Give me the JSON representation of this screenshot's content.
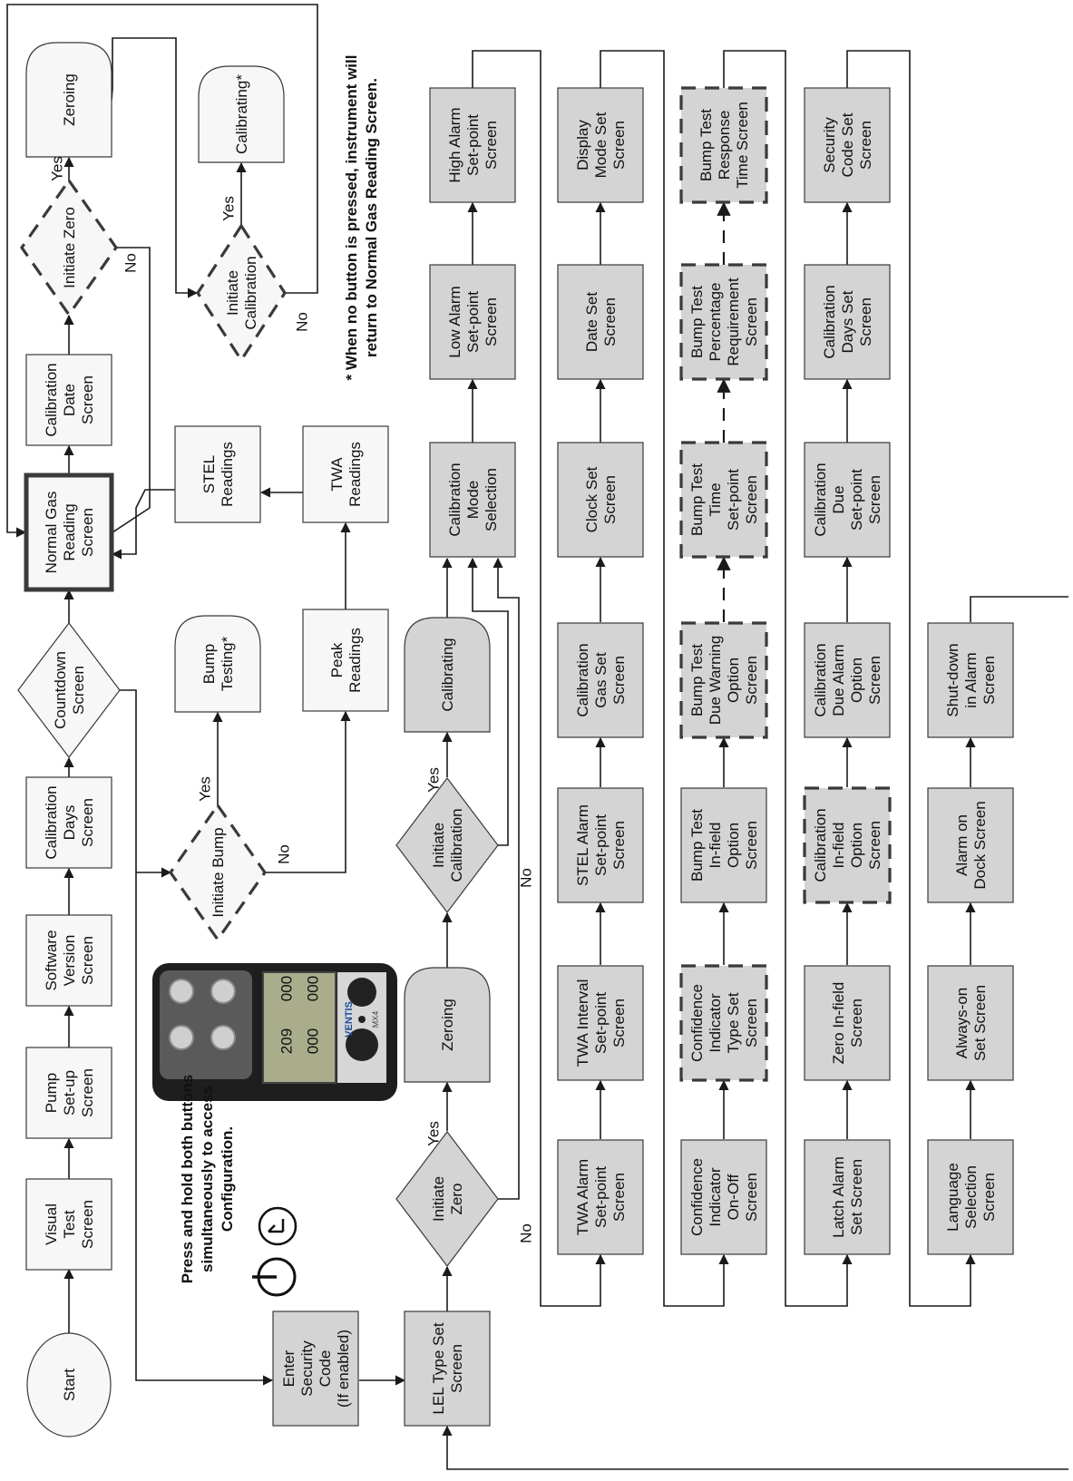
{
  "nodes": {
    "start": "Start",
    "visual_test": "Visual|Test|Screen",
    "pump_setup": "Pump|Set-up|Screen",
    "software_version": "Software|Version|Screen",
    "cal_days": "Calibration|Days|Screen",
    "countdown": "Countdown|Screen",
    "normal_gas": "Normal Gas|Reading|Screen",
    "cal_date": "Calibration|Date|Screen",
    "initiate_zero_top": "Initiate Zero",
    "zeroing_top": "Zeroing",
    "initiate_cal_top": "Initiate|Calibration",
    "calibrating_top": "Calibrating*",
    "stel_readings": "STEL|Readings",
    "twa_readings": "TWA|Readings",
    "peak_readings": "Peak|Readings",
    "bump_testing": "Bump|Testing*",
    "initiate_bump": "Initiate Bump",
    "enter_security": "Enter|Security|Code|(If enabled)",
    "lel_type": "LEL Type Set|Screen",
    "initiate_zero_cfg": "Initiate|Zero",
    "zeroing_cfg": "Zeroing",
    "initiate_cal_cfg": "Initiate|Calibration",
    "calibrating_cfg": "Calibrating",
    "cal_mode": "Calibration|Mode|Selection",
    "low_alarm": "Low Alarm|Set-point|Screen",
    "high_alarm": "High Alarm|Set-point|Screen",
    "twa_alarm": "TWA Alarm|Set-point|Screen",
    "twa_interval": "TWA Interval|Set-point|Screen",
    "stel_alarm": "STEL Alarm|Set-point|Screen",
    "cal_gas": "Calibration|Gas Set|Screen",
    "clock_set": "Clock Set|Screen",
    "date_set": "Date Set|Screen",
    "display_mode": "Display|Mode Set|Screen",
    "confidence_onoff": "Confidence|Indicator|On-Off|Screen",
    "confidence_type": "Confidence|Indicator|Type Set|Screen",
    "bump_infield": "Bump Test|In-field|Option|Screen",
    "bump_due_warning": "Bump Test|Due Warning|Option|Screen",
    "bump_time": "Bump Test|Time|Set-point|Screen",
    "bump_percentage": "Bump Test|Percentage|Requirement|Screen",
    "bump_response": "Bump Test|Response|Time Screen",
    "latch_alarm": "Latch Alarm|Set Screen",
    "zero_infield": "Zero In-field|Screen",
    "cal_infield": "Calibration|In-field|Option|Screen",
    "cal_due_alarm": "Calibration|Due Alarm|Option|Screen",
    "cal_due_setpoint": "Calibration|Due|Set-point|Screen",
    "cal_days_set": "Calibration|Days Set|Screen",
    "security_code_set": "Security|Code Set|Screen",
    "language": "Language|Selection|Screen",
    "always_on": "Always-on|Set Screen",
    "alarm_dock": "Alarm on|Dock Screen",
    "shutdown_alarm": "Shut-down|in Alarm|Screen"
  },
  "branch_labels": {
    "yes": "Yes",
    "no": "No"
  },
  "notes": {
    "no_button": "* When no button is pressed, instrument will|return to Normal Gas Reading Screen.",
    "press_hold": "Press and hold both buttons|simultaneously to access|Configuration."
  },
  "device": {
    "brand": "VENTIS",
    "sub": "MX4",
    "reading_1": "000",
    "reading_2": "209",
    "reading_3": "000",
    "reading_4": "000"
  },
  "colors": {
    "config_fill": "#d4d4d4",
    "runtime_fill": "#f7f7f7",
    "line": "#1a1a1a",
    "dashed_border": "#3a3a3a"
  }
}
